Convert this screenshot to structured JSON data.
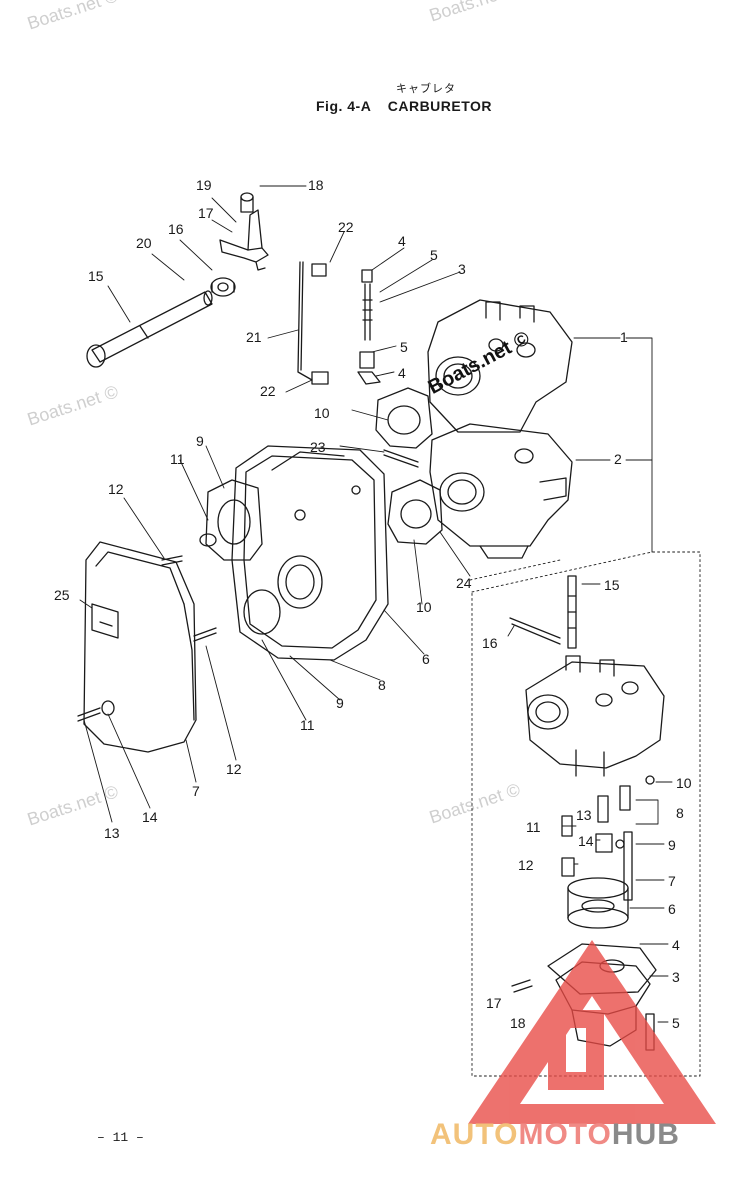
{
  "header": {
    "title_jp": "キャブレタ",
    "figure": "Fig. 4-A",
    "title": "CARBURETOR"
  },
  "footer": {
    "page": "– 11 –"
  },
  "watermarks": {
    "site": "Boats.net ©",
    "site_bold": "Boats.net ©"
  },
  "brand": {
    "part1": "AUTO",
    "part2": "MOTO",
    "part3": "HUB",
    "colors": {
      "part1": "#f2c27a",
      "part2": "#f08a85",
      "part3": "#8a8a8a",
      "logo": "#e84a45"
    }
  },
  "callouts": {
    "upper": [
      {
        "id": "c19",
        "n": "19"
      },
      {
        "id": "c18",
        "n": "18"
      },
      {
        "id": "c17",
        "n": "17"
      },
      {
        "id": "c16",
        "n": "16"
      },
      {
        "id": "c20",
        "n": "20"
      },
      {
        "id": "c15",
        "n": "15"
      },
      {
        "id": "c22a",
        "n": "22"
      },
      {
        "id": "c4a",
        "n": "4"
      },
      {
        "id": "c5a",
        "n": "5"
      },
      {
        "id": "c3a",
        "n": "3"
      },
      {
        "id": "c21",
        "n": "21"
      },
      {
        "id": "c1",
        "n": "1"
      },
      {
        "id": "c5b",
        "n": "5"
      },
      {
        "id": "c4b",
        "n": "4"
      },
      {
        "id": "c22b",
        "n": "22"
      },
      {
        "id": "c10a",
        "n": "10"
      },
      {
        "id": "c9a",
        "n": "9"
      },
      {
        "id": "c11a",
        "n": "11"
      },
      {
        "id": "c23",
        "n": "23"
      },
      {
        "id": "c2",
        "n": "2"
      },
      {
        "id": "c12a",
        "n": "12"
      },
      {
        "id": "c25",
        "n": "25"
      },
      {
        "id": "c24",
        "n": "24"
      },
      {
        "id": "c10b",
        "n": "10"
      },
      {
        "id": "c6a",
        "n": "6"
      },
      {
        "id": "c8a",
        "n": "8"
      },
      {
        "id": "c9b",
        "n": "9"
      },
      {
        "id": "c11b",
        "n": "11"
      },
      {
        "id": "c12b",
        "n": "12"
      },
      {
        "id": "c7a",
        "n": "7"
      },
      {
        "id": "c14a",
        "n": "14"
      },
      {
        "id": "c13a",
        "n": "13"
      }
    ],
    "lower": [
      {
        "id": "d15",
        "n": "15"
      },
      {
        "id": "d16",
        "n": "16"
      },
      {
        "id": "d10",
        "n": "10"
      },
      {
        "id": "d8",
        "n": "8"
      },
      {
        "id": "d13",
        "n": "13"
      },
      {
        "id": "d11",
        "n": "11"
      },
      {
        "id": "d14",
        "n": "14"
      },
      {
        "id": "d9",
        "n": "9"
      },
      {
        "id": "d12",
        "n": "12"
      },
      {
        "id": "d7",
        "n": "7"
      },
      {
        "id": "d6",
        "n": "6"
      },
      {
        "id": "d4",
        "n": "4"
      },
      {
        "id": "d3",
        "n": "3"
      },
      {
        "id": "d17",
        "n": "17"
      },
      {
        "id": "d18",
        "n": "18"
      },
      {
        "id": "d5",
        "n": "5"
      }
    ]
  }
}
